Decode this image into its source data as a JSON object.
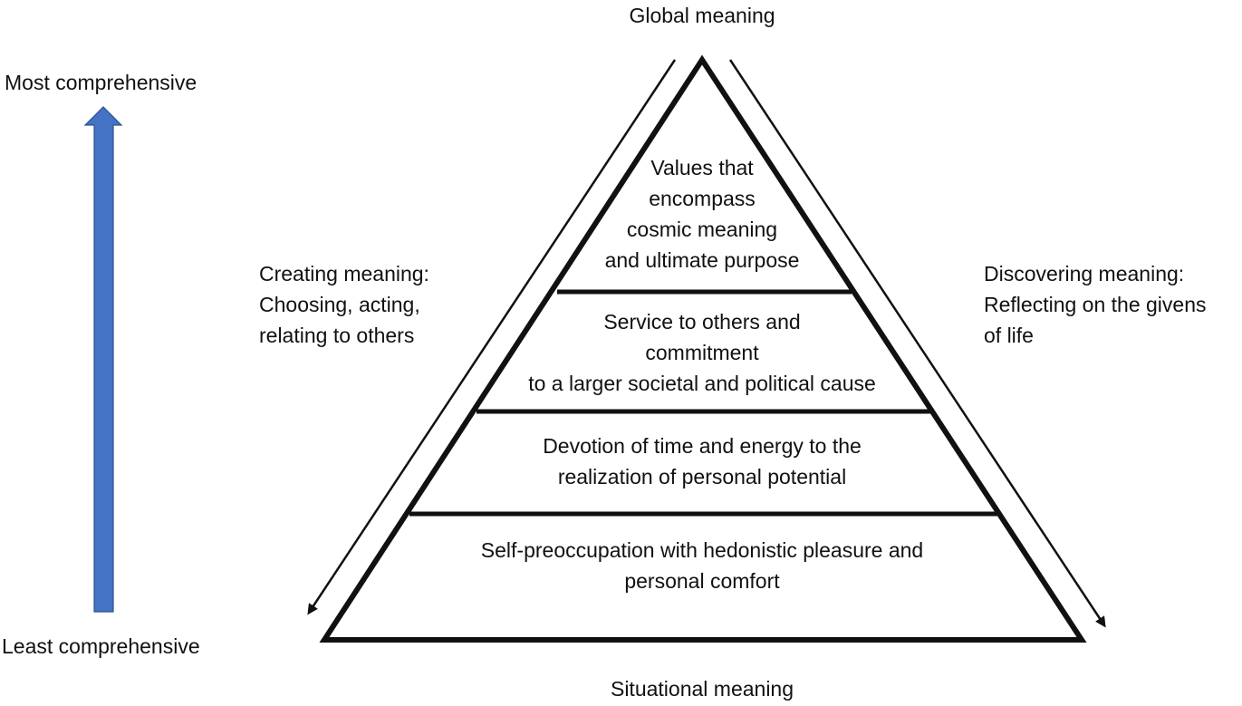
{
  "axis": {
    "top_label": "Most comprehensive",
    "bottom_label": "Least comprehensive",
    "arrow_color": "#4472C4"
  },
  "pyramid": {
    "top_label": "Global meaning",
    "bottom_label": "Situational meaning",
    "tiers": [
      {
        "lines": [
          "Values that",
          "encompass",
          "cosmic meaning",
          "and ultimate purpose"
        ]
      },
      {
        "lines": [
          "Service to others and",
          "commitment",
          "to a larger societal and political cause"
        ]
      },
      {
        "lines": [
          "Devotion of time and energy to the",
          "realization of personal potential"
        ]
      },
      {
        "lines": [
          "Self-preoccupation with hedonistic pleasure and",
          "personal comfort"
        ]
      }
    ]
  },
  "sides": {
    "left": {
      "lines": [
        "Creating meaning:",
        "Choosing, acting,",
        "relating to others"
      ]
    },
    "right": {
      "lines": [
        "Discovering meaning:",
        "Reflecting on the givens",
        "of life"
      ]
    }
  }
}
